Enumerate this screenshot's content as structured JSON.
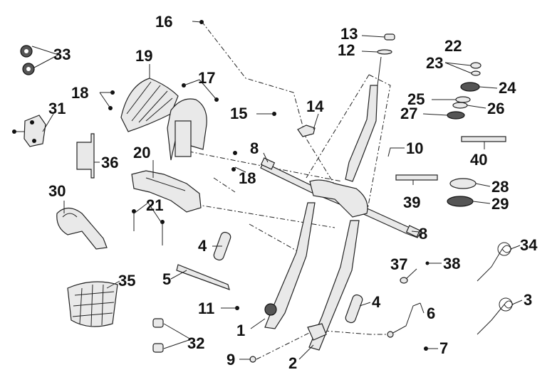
{
  "callouts": [
    "1",
    "2",
    "3",
    "4",
    "4",
    "5",
    "6",
    "7",
    "8",
    "8",
    "9",
    "10",
    "11",
    "12",
    "13",
    "14",
    "15",
    "16",
    "17",
    "18",
    "18",
    "19",
    "20",
    "21",
    "22",
    "23",
    "24",
    "25",
    "26",
    "27",
    "28",
    "29",
    "30",
    "31",
    "32",
    "33",
    "34",
    "35",
    "36",
    "37",
    "38",
    "39",
    "40"
  ]
}
